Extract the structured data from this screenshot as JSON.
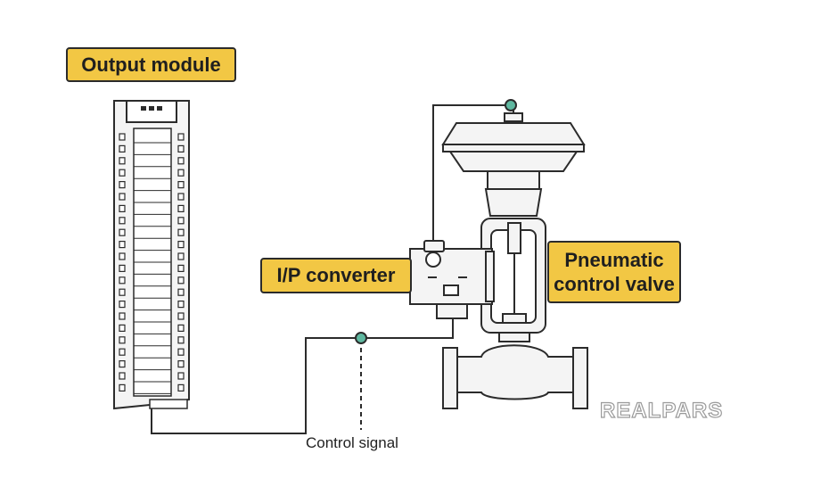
{
  "labels": {
    "output_module": "Output module",
    "ip_converter": "I/P converter",
    "valve_line1": "Pneumatic",
    "valve_line2": "control valve",
    "control_signal": "Control signal"
  },
  "brand": {
    "logo_text": "REALPARS"
  },
  "colors": {
    "label_fill": "#f2c744",
    "outline": "#2b2b2b",
    "body_fill": "#f4f4f4",
    "connection_dot": "#5fb8a0"
  }
}
